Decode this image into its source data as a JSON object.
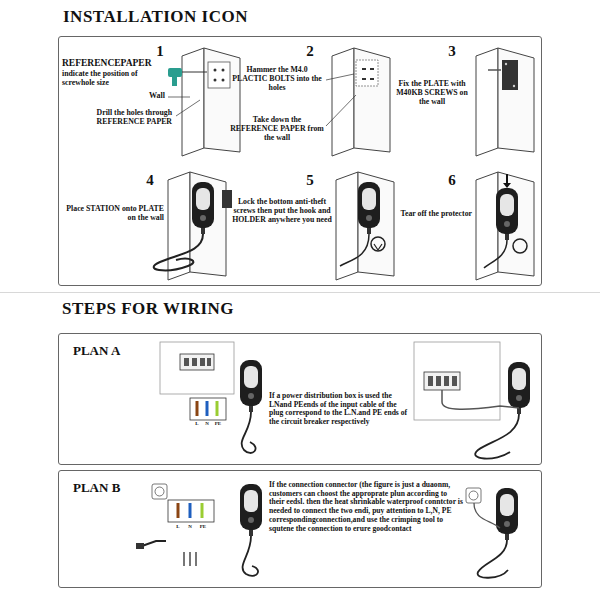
{
  "diagram": {
    "nodes": [
      {
        "text": [
          "INSTALLATION ICON"
        ]
      },
      {
        "text": [
          "STEPS FOR WIRING"
        ]
      },
      {
        "text": [
          "PLAN A",
          "If a power distribution box is used the LNand PEends of the input cable of the plug correspond to the L.N.and PE ends of the circuit breaker respectively"
        ],
        "in": 1
      },
      {
        "text": [
          "PLAN B",
          "If the connection connector (the figure is just a duaonm, customers can choost the approprate plun according to their eedsl. then the heat shrinkable waterproof conntctor is needed to connect the two endi, puy attention to L,N, PE correspondingconnection,and use the crimping tool to squtene the connection to erure goodcontact"
        ],
        "in": 1
      }
    ],
    "labels": [
      "1",
      "REFERENCEPAPER",
      "indicate the position of screwhole size",
      "Wall",
      "Drill the holes through REFERENCE PAPER",
      "2",
      "Hammer the M4.0 PLACTIC BOLTS into the holes",
      "Take down the REFERENCE PAPER from the wall",
      "3",
      "Fix the PLATE with M40KB SCREWS on the wall",
      "4",
      "Place STATION onto PLATE on the wall",
      "5",
      "Lock the bottom anti-theft screws then put the hook and HOLDER anywhere you need",
      "6",
      "Tear off the protector",
      "L",
      "N",
      "PE",
      "L",
      "N",
      "PE"
    ]
  }
}
